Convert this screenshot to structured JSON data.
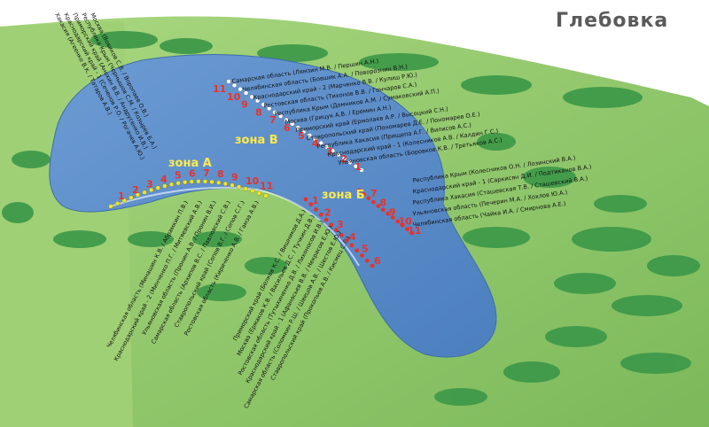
{
  "title": "Глебовка",
  "colors": {
    "water": "#5f8fc9",
    "land": "#8cc46a",
    "forest": "#3f9a49",
    "zoneA": "#f4e51c",
    "zoneB": "#e8322b",
    "zoneC": "#ffffff"
  },
  "zones": {
    "a": {
      "label": "зона А",
      "pegs": [
        "1",
        "2",
        "3",
        "4",
        "5",
        "6",
        "7",
        "8",
        "9",
        "10",
        "11"
      ],
      "teams": [
        "Челябинская область (Минашин К.В. / Абрамкин П.В.)",
        "Краснодарский край - 2 (Минченко П.Г. / Митяевский А.В.)",
        "Ульяновская область (Пронин А.В. / Пронин В.И.)",
        "Самарская область (Архипов В.С. / Павловский С.В.)",
        "Ставропольский край (Сопов В.Г. / Сопов С.Г.)",
        "Ростовская область (Кириченко А.В. / Гамза А.В.)"
      ],
      "teams_left": [
        "Москва (Вовиков С.В. / Воропаев О.В.)",
        "Республика Крым (Чернышов С.М. / Козырев Б.А.)",
        "Приморский край (Анохин В.В. / Андрусенко И.В.)",
        "Краснодарский край - 1 (Сеченов Р.О. / Рогачев А.Ю.)",
        "Хакасия (Агеенко В.К. / Татаров А.В.)"
      ]
    },
    "b": {
      "label": "зона Б",
      "pegs": [
        "1",
        "2",
        "3",
        "4",
        "5",
        "6",
        "7",
        "8",
        "9",
        "10",
        "11"
      ],
      "teams_left": [
        "Приморский край (Белков К.С. / Вишников Д.А.)",
        "Москва (Ермаков К.В. / Васильев Д.С. / Тучкин Д.В.)",
        "Ростовская область (Тутыхиненко Д.В. / Лихоносов И.В.)",
        "Краснодарский край - 1 (Афанасьев В.В. / Некрасов Е.Ю.)",
        "Самарская область (Соломкин Р.Ш. / Швецов А.В. / Шестов Е.Ю.)",
        "Ставропольский край (Прокопьев А.В. / Кисмец С.Г.)"
      ],
      "teams_right": [
        "Республика Крым (Колесников О.Н. / Лозинский В.А.)",
        "Краснодарский край - 1 (Саркисян Д.И. / Подтиканов В.А.)",
        "Республика Хакасия (Сташевская Т.В. / Сташевский В.А.)",
        "Ульяновская область (Печерин М.А. / Хохлов Ю.А.)",
        "Челябинская область (Чайка И.А. / Смирнова А.Е.)"
      ]
    },
    "c": {
      "label": "зона В",
      "pegs": [
        "11",
        "10",
        "9",
        "8",
        "7",
        "6",
        "5",
        "4",
        "3",
        "2",
        "1"
      ],
      "teams": [
        "Самарская область (Лямзин М.В. / Першин А.Н.)",
        "Челябинская область (Бовшик А.А. / Поворознин В.Н.)",
        "Краснодарский край - 2 (Марченко В.В. / Кулиш Р.Ю.)",
        "Ростовская область (Тихонов В.В. / Гончаров С.А.)",
        "Республика Крым (Домников А.М. / Сумаковский А.П.)",
        "Москва (Грицук А.В. / Еремин А.Н.)",
        "Приморский край (Ермолаев А.Р. / Высоцкий С.Н.)",
        "Ставропольский край (Пономарев Д.Е. / Пономарев О.Е.)",
        "Республика Хакасия (Прищепа А.Г. / Вилисов А.С.)",
        "Краснодарский край - 1 (Колесников А.В. / Калдин Г.С.)",
        "Ульяновская область (Боровков К.В. / Третьяков А.С.)"
      ]
    }
  }
}
